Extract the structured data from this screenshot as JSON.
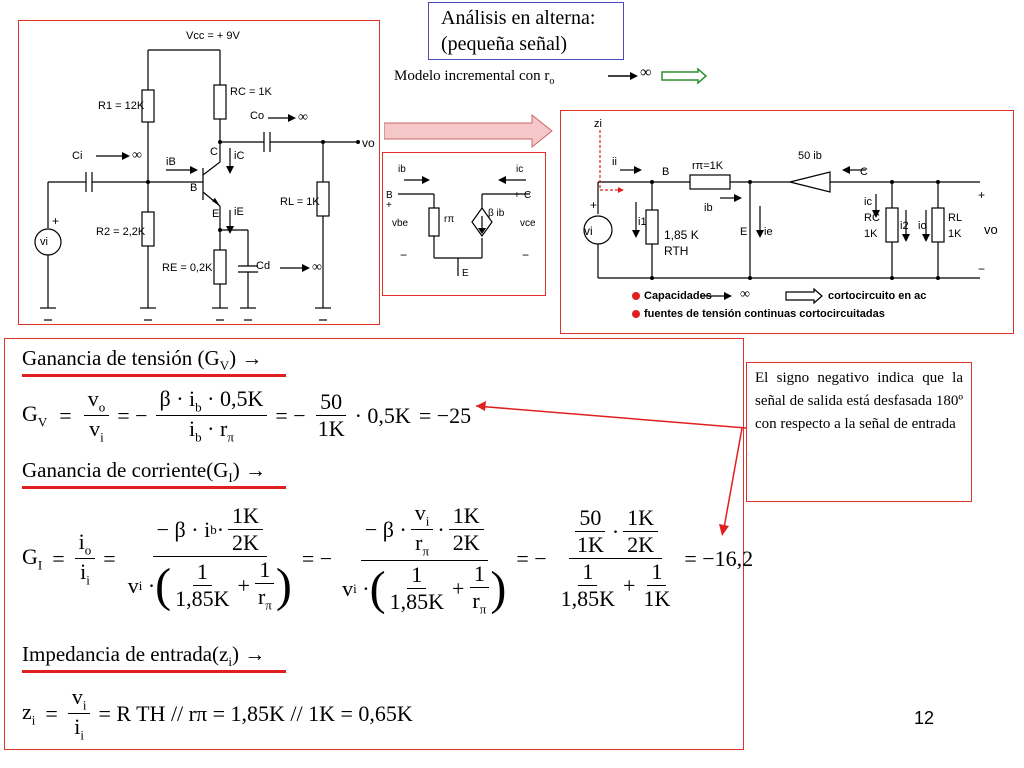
{
  "slide": {
    "title_line1": "Análisis en alterna:",
    "title_line2": "(pequeña señal)",
    "model_text": "Modelo incremental con r",
    "model_sub": "o",
    "infinity": "∞",
    "page_number": "12"
  },
  "circuit1": {
    "vcc": "Vcc = + 9V",
    "r1": "R1 = 12K",
    "r2": "R2 = 2,2K",
    "rc": "RC = 1K",
    "re": "RE = 0,2K",
    "rl": "RL = 1K",
    "ci": "Ci",
    "co": "Co",
    "cd": "Cd",
    "arrow_inf": "→∞",
    "vo": "vo",
    "vi": "vi",
    "ib": "iB",
    "ic": "iC",
    "ie": "iE",
    "b": "B",
    "c": "C",
    "e": "E",
    "plus": "+"
  },
  "circuit2": {
    "ib": "ib",
    "ic": "ic",
    "b": "B",
    "c": "C",
    "e": "E",
    "vbe": "vbe",
    "vce": "vce",
    "rpi": "rπ",
    "beta_ib": "β ib",
    "plus": "+",
    "minus": "−"
  },
  "circuit3": {
    "zi": "zi",
    "ii": "ii",
    "rpi": "rπ=1K",
    "ib": "ib",
    "gain_src": "50 ib",
    "b": "B",
    "c": "C",
    "e": "E",
    "ic": "ic",
    "ie": "ie",
    "i1": "i1",
    "i2": "i2",
    "io": "io",
    "rth_val": "1,85 K",
    "rth": "RTH",
    "rc": "RC",
    "rc_val": "1K",
    "rl": "RL",
    "rl_val": "1K",
    "vi": "vi",
    "vo": "vo",
    "legend1_a": "Capacidades",
    "legend1_b": "cortocircuito en ac",
    "legend2": "fuentes de tensión continuas cortocircuitadas"
  },
  "equations": {
    "gv_heading": "Ganancia de tensión (G",
    "gv_heading_sub": "V",
    "gv_heading_end": ") →",
    "gi_heading": "Ganancia de corriente(G",
    "gi_heading_sub": "I",
    "gi_heading_end": ") →",
    "zi_heading": "Impedancia de entrada(z",
    "zi_heading_sub": "i",
    "zi_heading_end": ") →",
    "gv_result": "= −25",
    "gi_result": "= −16,2",
    "zi_result": "= R TH // rπ = 1,85K // 1K = 0,65K"
  },
  "note": {
    "text": "El signo negativo indica que la señal de salida está desfasada 180º con respecto a la señal de entrada"
  },
  "colors": {
    "frame_red": "#e0302a",
    "frame_blue": "#4a4ab8",
    "arrow_fill": "#f4c8c8",
    "green_arrow": "#2f8f2f",
    "bullet_red": "#e02020"
  }
}
